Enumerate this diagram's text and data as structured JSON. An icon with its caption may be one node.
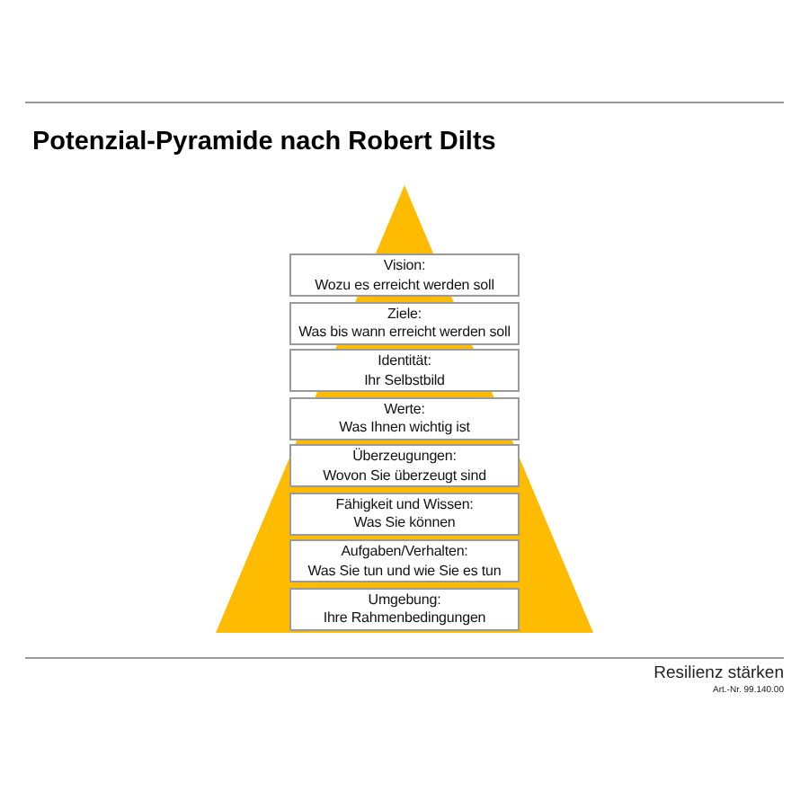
{
  "diagram": {
    "title": "Potenzial-Pyramide nach Robert Dilts",
    "nodes": [
      {
        "text": [
          "Vision:",
          "Wozu es erreicht werden soll"
        ]
      },
      {
        "text": [
          "Ziele:",
          "Was bis wann erreicht werden soll"
        ]
      },
      {
        "text": [
          "Identität:",
          "Ihr Selbstbild"
        ]
      },
      {
        "text": [
          "Werte:",
          "Was Ihnen wichtig ist"
        ]
      },
      {
        "text": [
          "Überzeugungen:",
          "Wovon Sie überzeugt sind"
        ]
      },
      {
        "text": [
          "Fähigkeit und Wissen:",
          "Was Sie können"
        ]
      },
      {
        "text": [
          "Aufgaben/Verhalten:",
          "Was Sie tun und wie Sie es tun"
        ]
      },
      {
        "text": [
          "Umgebung:",
          "Ihre Rahmenbedingungen"
        ]
      }
    ],
    "labels": [
      "Resilienz stärken",
      "Art.-Nr. 99.140.00"
    ]
  }
}
